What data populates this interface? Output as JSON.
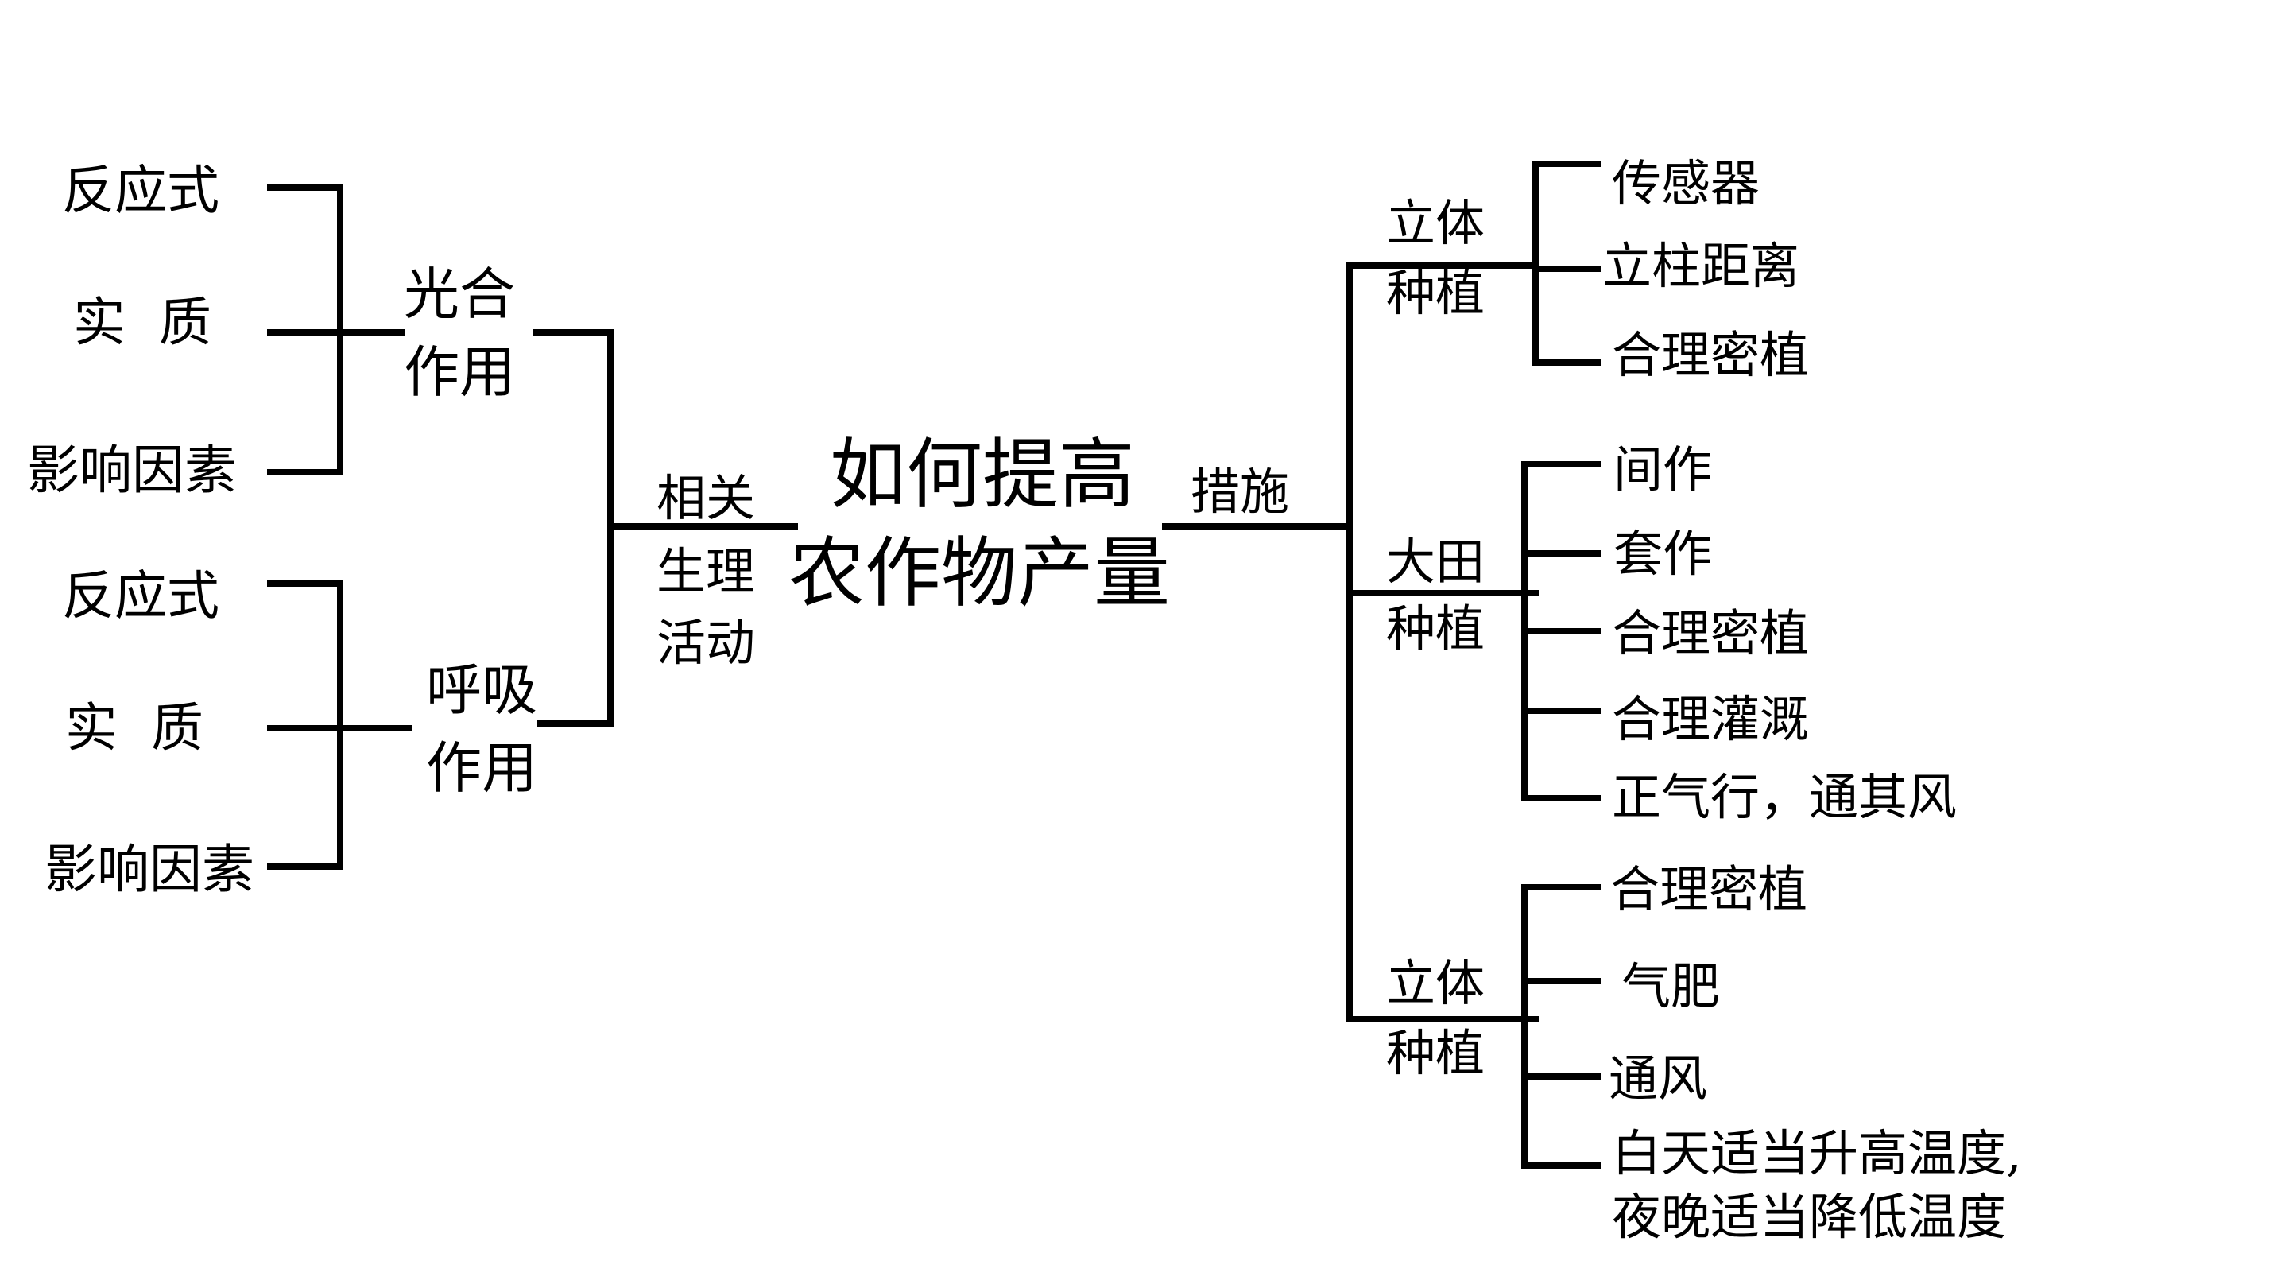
{
  "center": {
    "line1": "如何提高",
    "line2": "农作物产量"
  },
  "left_connector": {
    "line1": "相关",
    "line2": "生理",
    "line3": "活动"
  },
  "right_connector": {
    "label": "措施"
  },
  "photosynthesis": {
    "line1": "光合",
    "line2": "作用",
    "items": [
      "反应式",
      "实  质",
      "影响因素"
    ]
  },
  "respiration": {
    "line1": "呼吸",
    "line2": "作用",
    "items": [
      "反应式",
      "实  质",
      "影响因素"
    ]
  },
  "group1": {
    "line1": "立体",
    "line2": "种植",
    "items": [
      "传感器",
      "立柱距离",
      "合理密植"
    ]
  },
  "group2": {
    "line1": "大田",
    "line2": "种植",
    "items": [
      "间作",
      "套作",
      "合理密植",
      "合理灌溉",
      "正气行，通其风"
    ]
  },
  "group3": {
    "line1": "立体",
    "line2": "种植",
    "items": [
      "合理密植",
      "气肥",
      "通风",
      "白天适当升高温度,",
      "夜晚适当降低温度"
    ]
  }
}
